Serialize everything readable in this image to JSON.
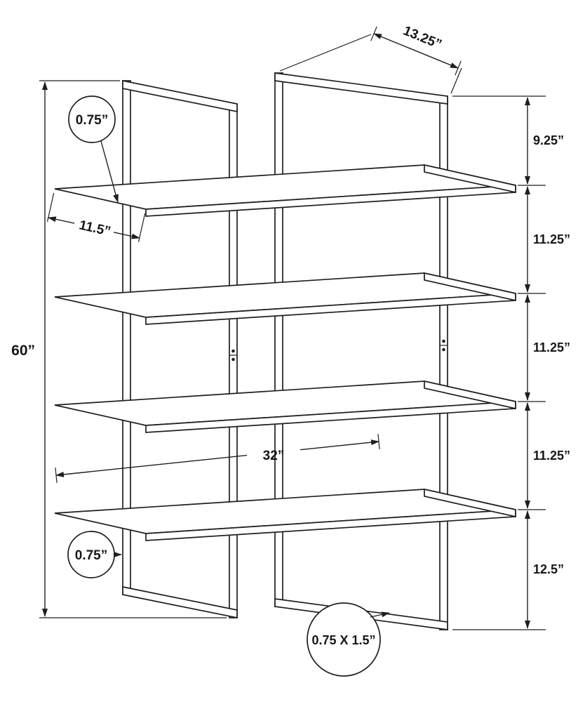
{
  "figure": {
    "background": "#ffffff",
    "line_color": "#1f1f1f",
    "labels": {
      "height": "60”",
      "frame_depth": "13.25”",
      "shelf_depth": "11.5”",
      "width": "32”",
      "shelf_thickness": "0.75”",
      "post_width": "0.75”",
      "tube_size": "0.75 X 1.5”"
    },
    "right_chain": [
      "9.25”",
      "11.25”",
      "11.25”",
      "11.25”",
      "12.5”"
    ]
  }
}
